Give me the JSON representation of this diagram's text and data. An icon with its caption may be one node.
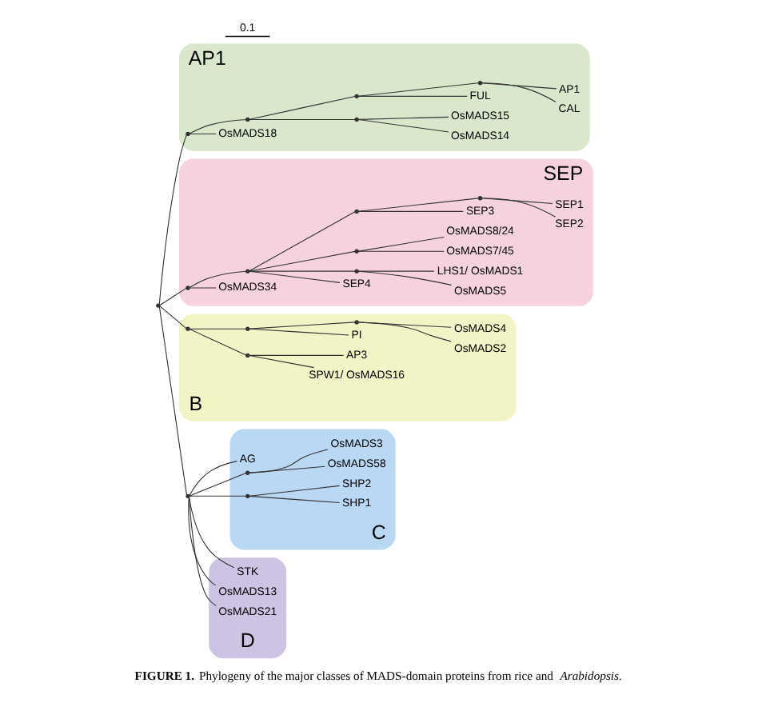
{
  "diagram": {
    "caption": "**FIGURE 1.** Phylogeny of the major classes of MADS-domain proteins from rice and *Arabidopsis*.",
    "nodes": [
      {
        "text": [
          "AP1"
        ]
      },
      {
        "text": [
          "FUL"
        ],
        "in": 0
      },
      {
        "text": [
          "CAL"
        ],
        "in": 0
      },
      {
        "text": [
          "AP1"
        ],
        "in": 0
      },
      {
        "text": [
          "OsMADS14"
        ],
        "in": 0
      },
      {
        "text": [
          "OsMADS15"
        ],
        "in": 0
      },
      {
        "text": [
          "OsMADS18"
        ],
        "in": 0
      },
      {
        "text": [
          "SEP"
        ]
      },
      {
        "text": [
          "OsMADS34"
        ],
        "in": 7
      },
      {
        "text": [
          "OsMADS5"
        ],
        "in": 7
      },
      {
        "text": [
          "LHS1/ OsMADS1"
        ],
        "in": 7
      },
      {
        "text": [
          "SEP4"
        ],
        "in": 7
      },
      {
        "text": [
          "OsMADS7/45"
        ],
        "in": 7
      },
      {
        "text": [
          "OsMADS8/24"
        ],
        "in": 7
      },
      {
        "text": [
          "SEP3"
        ],
        "in": 7
      },
      {
        "text": [
          "SEP2"
        ],
        "in": 7
      },
      {
        "text": [
          "SEP1"
        ],
        "in": 7
      },
      {
        "text": [
          "B"
        ]
      },
      {
        "text": [
          "SPW1/ OsMADS16"
        ],
        "in": 17
      },
      {
        "text": [
          "AP3"
        ],
        "in": 17
      },
      {
        "text": [
          "OsMADS2"
        ],
        "in": 17
      },
      {
        "text": [
          "OsMADS4"
        ],
        "in": 17
      },
      {
        "text": [
          "PI"
        ],
        "in": 17
      },
      {
        "text": [
          "C"
        ]
      },
      {
        "text": [
          "AG"
        ],
        "in": 23
      },
      {
        "text": [
          "OsMADS58"
        ],
        "in": 23
      },
      {
        "text": [
          "OsMADS3"
        ],
        "in": 23
      },
      {
        "text": [
          "SHP1"
        ],
        "in": 23
      },
      {
        "text": [
          "SHP2"
        ],
        "in": 23
      },
      {
        "text": [
          "D"
        ]
      },
      {
        "text": [
          "STK"
        ],
        "in": 29
      },
      {
        "text": [
          "OsMADS13"
        ],
        "in": 29
      },
      {
        "text": [
          "OsMADS21"
        ],
        "in": 29
      },
      {
        "text": [],
        "shape": "point"
      },
      {
        "text": [],
        "shape": "point",
        "in": 0
      },
      {
        "text": [],
        "shape": "point",
        "in": 0
      },
      {
        "text": [],
        "shape": "point",
        "in": 0
      },
      {
        "text": [],
        "shape": "point",
        "in": 0
      },
      {
        "text": [],
        "shape": "point",
        "in": 0
      },
      {
        "text": [],
        "shape": "point",
        "in": 7
      },
      {
        "text": [],
        "shape": "point",
        "in": 7
      },
      {
        "text": [],
        "shape": "point",
        "in": 7
      },
      {
        "text": [],
        "shape": "point",
        "in": 7
      },
      {
        "text": [],
        "shape": "point",
        "in": 7
      },
      {
        "text": [],
        "shape": "point",
        "in": 7
      },
      {
        "text": [],
        "shape": "point",
        "in": 17
      },
      {
        "text": [],
        "shape": "point",
        "in": 17
      },
      {
        "text": [],
        "shape": "point",
        "in": 17
      },
      {
        "text": [],
        "shape": "point",
        "in": 17
      },
      {
        "text": [],
        "shape": "point"
      },
      {
        "text": [],
        "shape": "point",
        "in": 23
      },
      {
        "text": [],
        "shape": "point",
        "in": 23
      }
    ],
    "edges": [
      {
        "from": 33,
        "to": 34,
        "arrow": "none"
      },
      {
        "from": 34,
        "to": 6,
        "arrow": "none"
      },
      {
        "from": 34,
        "to": 35,
        "arrow": "none"
      },
      {
        "from": 35,
        "to": 36,
        "arrow": "none"
      },
      {
        "from": 36,
        "to": 4,
        "arrow": "none"
      },
      {
        "from": 36,
        "to": 5,
        "arrow": "none"
      },
      {
        "from": 35,
        "to": 37,
        "arrow": "none"
      },
      {
        "from": 37,
        "to": 1,
        "arrow": "none"
      },
      {
        "from": 37,
        "to": 38,
        "arrow": "none"
      },
      {
        "from": 38,
        "to": 2,
        "arrow": "none"
      },
      {
        "from": 38,
        "to": 3,
        "arrow": "none"
      },
      {
        "from": 33,
        "to": 39,
        "arrow": "none"
      },
      {
        "from": 39,
        "to": 8,
        "arrow": "none"
      },
      {
        "from": 39,
        "to": 40,
        "arrow": "none"
      },
      {
        "from": 40,
        "to": 41,
        "arrow": "none"
      },
      {
        "from": 41,
        "to": 9,
        "arrow": "none"
      },
      {
        "from": 41,
        "to": 10,
        "arrow": "none"
      },
      {
        "from": 40,
        "to": 11,
        "arrow": "none"
      },
      {
        "from": 40,
        "to": 42,
        "arrow": "none"
      },
      {
        "from": 42,
        "to": 12,
        "arrow": "none"
      },
      {
        "from": 42,
        "to": 13,
        "arrow": "none"
      },
      {
        "from": 40,
        "to": 43,
        "arrow": "none"
      },
      {
        "from": 43,
        "to": 14,
        "arrow": "none"
      },
      {
        "from": 43,
        "to": 44,
        "arrow": "none"
      },
      {
        "from": 44,
        "to": 15,
        "arrow": "none"
      },
      {
        "from": 44,
        "to": 16,
        "arrow": "none"
      },
      {
        "from": 33,
        "to": 45,
        "arrow": "none"
      },
      {
        "from": 45,
        "to": 46,
        "arrow": "none"
      },
      {
        "from": 46,
        "to": 18,
        "arrow": "none"
      },
      {
        "from": 46,
        "to": 19,
        "arrow": "none"
      },
      {
        "from": 45,
        "to": 47,
        "arrow": "none"
      },
      {
        "from": 47,
        "to": 48,
        "arrow": "none"
      },
      {
        "from": 48,
        "to": 20,
        "arrow": "none"
      },
      {
        "from": 48,
        "to": 21,
        "arrow": "none"
      },
      {
        "from": 47,
        "to": 22,
        "arrow": "none"
      },
      {
        "from": 33,
        "to": 49,
        "arrow": "none"
      },
      {
        "from": 49,
        "to": 24,
        "arrow": "none"
      },
      {
        "from": 49,
        "to": 50,
        "arrow": "none"
      },
      {
        "from": 50,
        "to": 25,
        "arrow": "none"
      },
      {
        "from": 50,
        "to": 26,
        "arrow": "none"
      },
      {
        "from": 49,
        "to": 51,
        "arrow": "none"
      },
      {
        "from": 51,
        "to": 27,
        "arrow": "none"
      },
      {
        "from": 51,
        "to": 28,
        "arrow": "none"
      },
      {
        "from": 49,
        "to": 30,
        "arrow": "none"
      },
      {
        "from": 49,
        "to": 31,
        "arrow": "none"
      },
      {
        "from": 49,
        "to": 32,
        "arrow": "none"
      }
    ],
    "labels": [
      "0.1"
    ]
  }
}
